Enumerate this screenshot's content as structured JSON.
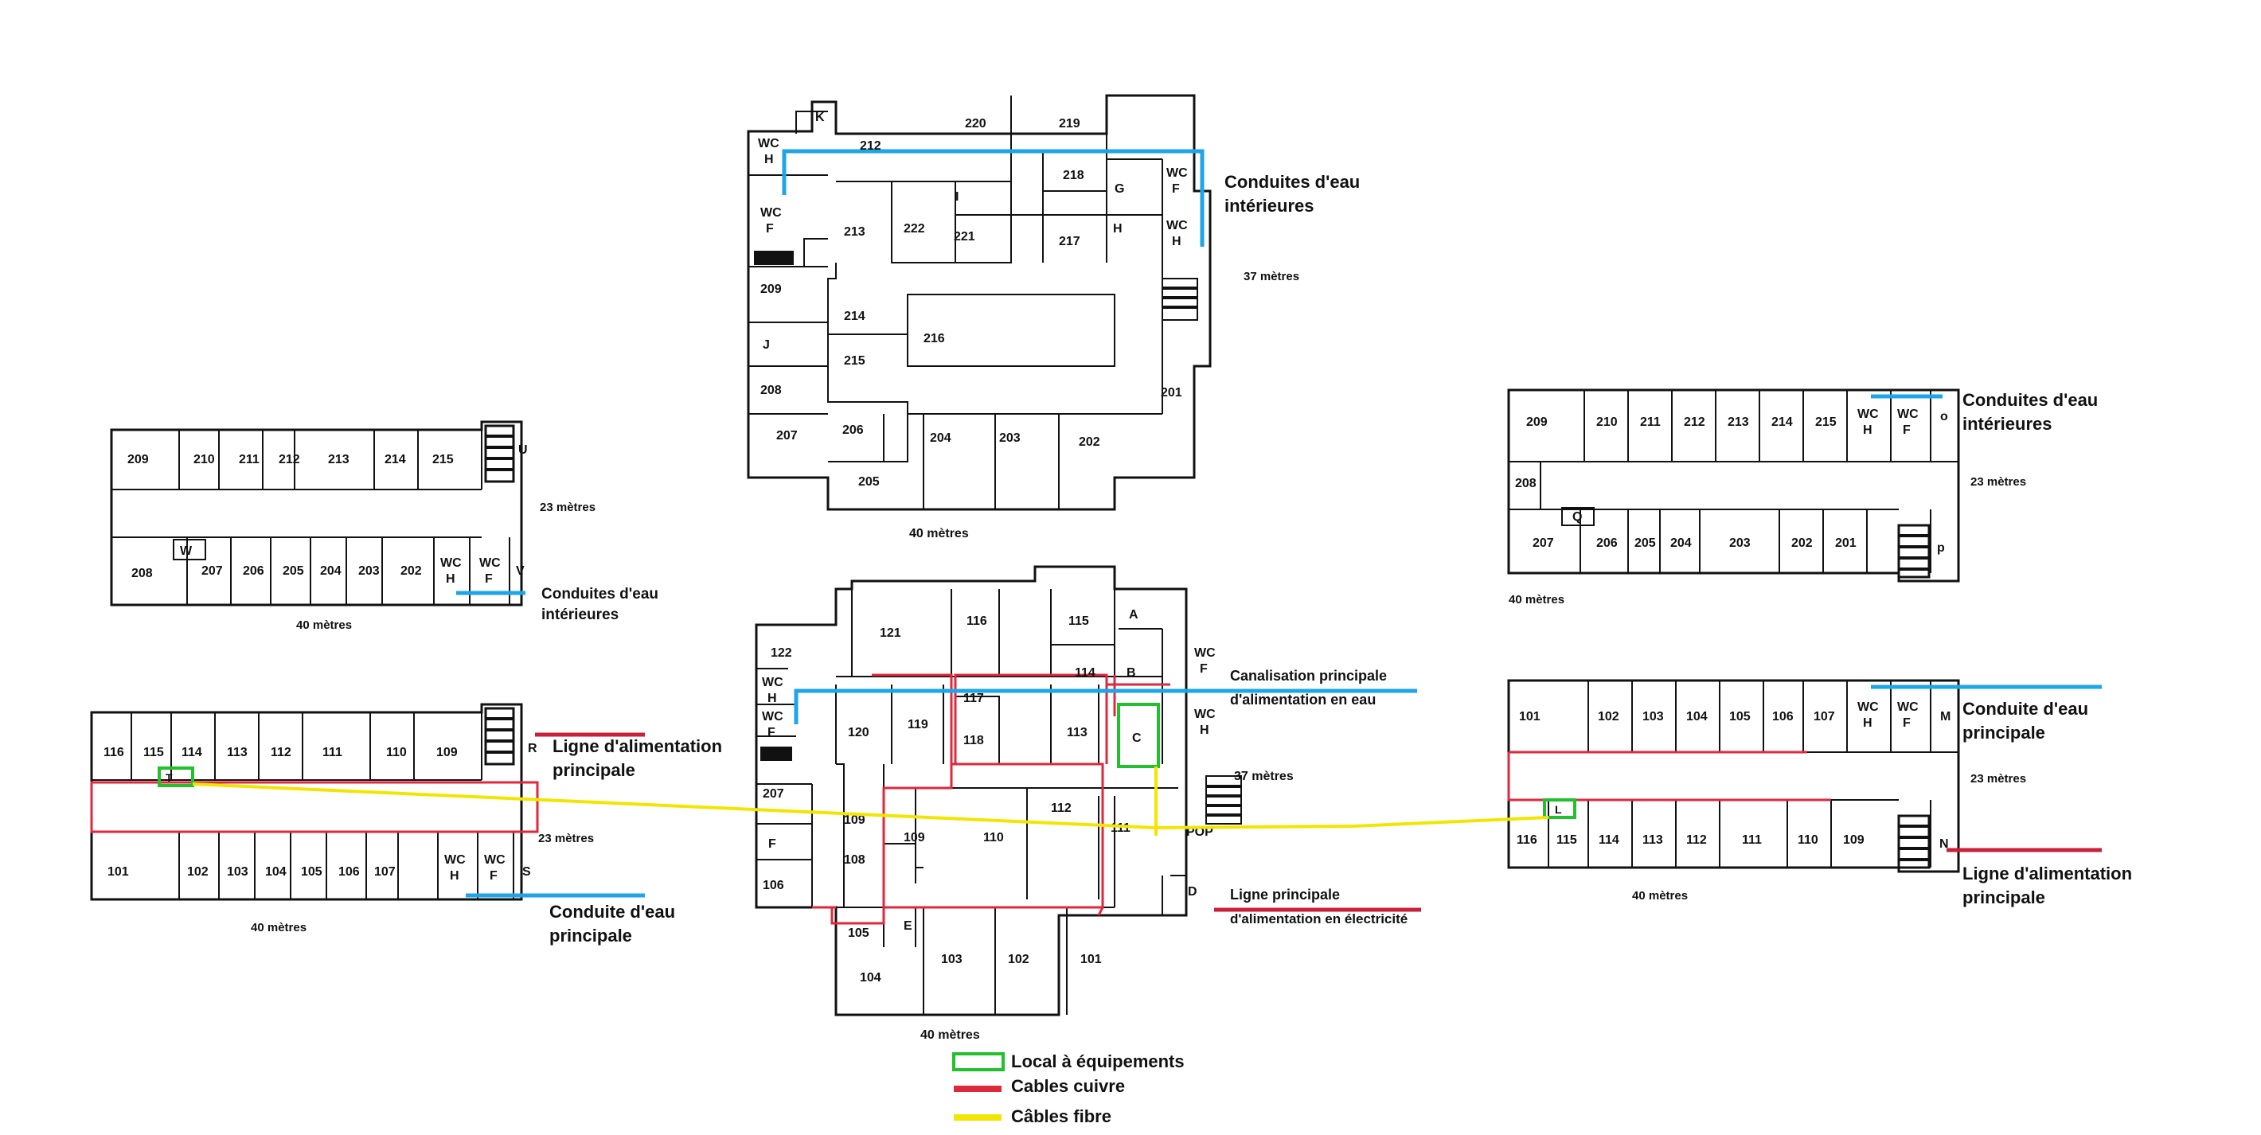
{
  "colors": {
    "water": "#1ea5e9",
    "power": "#c8203a",
    "copper": "#e0283c",
    "fiber": "#f2e600",
    "equipment": "#22c02c",
    "walls": "#111111"
  },
  "legend": {
    "equipment_room": "Local à équipements",
    "copper_cables": "Cables cuivre",
    "fiber_cables": "Câbles fibre"
  },
  "buildings": {
    "center_top": {
      "width": "40 mètres",
      "depth": "37 mètres",
      "water_label_1": "Conduites d'eau",
      "water_label_2": "intérieures",
      "rooms": {
        "r220": "220",
        "r219": "219",
        "r212": "212",
        "r218": "218",
        "rG": "G",
        "rI": "I",
        "r213": "213",
        "r222": "222",
        "r221": "221",
        "r217": "217",
        "rH": "H",
        "r209": "209",
        "r214": "214",
        "r216": "216",
        "rJ": "J",
        "r215": "215",
        "r208": "208",
        "r201": "201",
        "r207": "207",
        "r206": "206",
        "r204": "204",
        "r203": "203",
        "r202": "202",
        "r205": "205",
        "rK": "K",
        "wc1a": "WC",
        "wc1b": "H",
        "wc2a": "WC",
        "wc2b": "F",
        "wc3a": "WC",
        "wc3b": "F",
        "wc4a": "WC",
        "wc4b": "H"
      }
    },
    "center_bottom": {
      "width": "40 mètres",
      "depth": "37 mètres",
      "water_label_1": "Canalisation principale",
      "water_label_2": "d'alimentation en eau",
      "power_label_1": "Ligne principale",
      "power_label_2": "d'alimentation en électricité",
      "rooms": {
        "r122": "122",
        "r121": "121",
        "r116": "116",
        "r115": "115",
        "rA": "A",
        "r114": "114",
        "rB": "B",
        "r117": "117",
        "r120": "120",
        "r119": "119",
        "r118": "118",
        "r113": "113",
        "rC": "C",
        "r207": "207",
        "r109a": "109",
        "r109b": "109",
        "r110": "110",
        "r112": "112",
        "r111": "111",
        "rPOP": "POP",
        "rF": "F",
        "r108": "108",
        "r106": "106",
        "rD": "D",
        "r105": "105",
        "rE": "E",
        "r104": "104",
        "r103": "103",
        "r102": "102",
        "r101": "101",
        "wc1a": "WC",
        "wc1b": "H",
        "wc2a": "WC",
        "wc2b": "F",
        "wc3a": "WC",
        "wc3b": "F",
        "wc4a": "WC",
        "wc4b": "H"
      }
    },
    "left_top": {
      "width": "40 mètres",
      "depth": "23 mètres",
      "water_label_1": "Conduites d'eau",
      "water_label_2": "intérieures",
      "rooms": {
        "r209": "209",
        "r210": "210",
        "r211": "211",
        "r212": "212",
        "r213": "213",
        "r214": "214",
        "r215": "215",
        "rU": "U",
        "r208": "208",
        "rW": "W",
        "r207": "207",
        "r206": "206",
        "r205": "205",
        "r204": "204",
        "r203": "203",
        "r202": "202",
        "rV": "V",
        "wc1a": "WC",
        "wc1b": "H",
        "wc2a": "WC",
        "wc2b": "F"
      }
    },
    "left_bottom": {
      "width": "40 mètres",
      "depth": "23 mètres",
      "water_label_1": "Conduite d'eau",
      "water_label_2": "principale",
      "power_label_1": "Ligne d'alimentation",
      "power_label_2": "principale",
      "rooms": {
        "r116": "116",
        "r115": "115",
        "r114": "114",
        "r113": "113",
        "r112": "112",
        "r111": "111",
        "r110": "110",
        "r109": "109",
        "rR": "R",
        "rT": "T",
        "r101": "101",
        "r102": "102",
        "r103": "103",
        "r104": "104",
        "r105": "105",
        "r106": "106",
        "r107": "107",
        "rS": "S",
        "wc1a": "WC",
        "wc1b": "H",
        "wc2a": "WC",
        "wc2b": "F"
      }
    },
    "right_top": {
      "width": "40 mètres",
      "depth": "23 mètres",
      "water_label_1": "Conduites d'eau",
      "water_label_2": "intérieures",
      "rooms": {
        "r209": "209",
        "r210": "210",
        "r211": "211",
        "r212": "212",
        "r213": "213",
        "r214": "214",
        "r215": "215",
        "rO": "o",
        "r208": "208",
        "rQ": "Q",
        "r207": "207",
        "r206": "206",
        "r205": "205",
        "r204": "204",
        "r203": "203",
        "r202": "202",
        "r201": "201",
        "rP": "p",
        "wc1a": "WC",
        "wc1b": "H",
        "wc2a": "WC",
        "wc2b": "F"
      }
    },
    "right_bottom": {
      "width": "40 mètres",
      "depth": "23 mètres",
      "water_label_1": "Conduite d'eau",
      "water_label_2": "principale",
      "power_label_1": "Ligne d'alimentation",
      "power_label_2": "principale",
      "rooms": {
        "r101": "101",
        "r102": "102",
        "r103": "103",
        "r104": "104",
        "r105": "105",
        "r106": "106",
        "r107": "107",
        "rM": "M",
        "rL": "L",
        "r116": "116",
        "r115": "115",
        "r114": "114",
        "r113": "113",
        "r112": "112",
        "r111": "111",
        "r110": "110",
        "r109": "109",
        "rN": "N",
        "wc1a": "WC",
        "wc1b": "H",
        "wc2a": "WC",
        "wc2b": "F"
      }
    }
  }
}
